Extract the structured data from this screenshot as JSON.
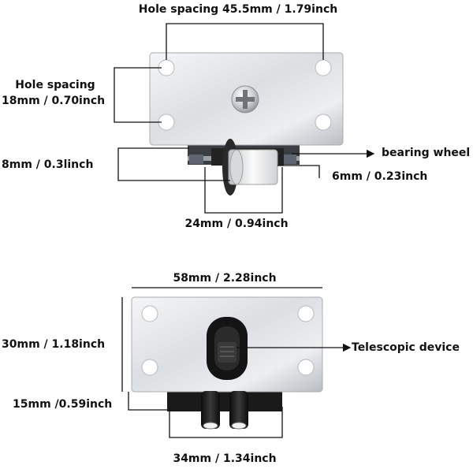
{
  "top_view": {
    "hole_spacing_width": "Hole spacing 45.5mm / 1.79inch",
    "hole_spacing_height_line1": "Hole spacing",
    "hole_spacing_height_line2": "18mm / 0.70inch",
    "thickness": "8mm / 0.3linch",
    "callout_bearing": "bearing wheel",
    "wheel_thickness": "6mm / 0.23inch",
    "wheel_diameter": "24mm / 0.94inch"
  },
  "bottom_view": {
    "width": "58mm / 2.28inch",
    "height": "30mm / 1.18inch",
    "callout_telescopic": "Telescopic device",
    "depth": "15mm /0.59inch",
    "roller_span": "34mm / 1.34inch"
  },
  "colors": {
    "plate_light": "#eef0f2",
    "plate_dark": "#b9bdc2",
    "dark_part": "#1a1a1a",
    "line": "#111111",
    "label": "#111111"
  }
}
